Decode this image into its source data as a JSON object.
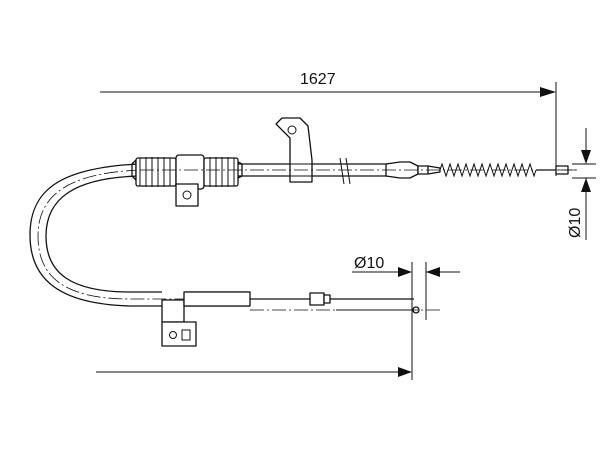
{
  "dimensions": {
    "total_length": "1627",
    "diameter_right": "Ø10",
    "diameter_bottom": "Ø10"
  }
}
